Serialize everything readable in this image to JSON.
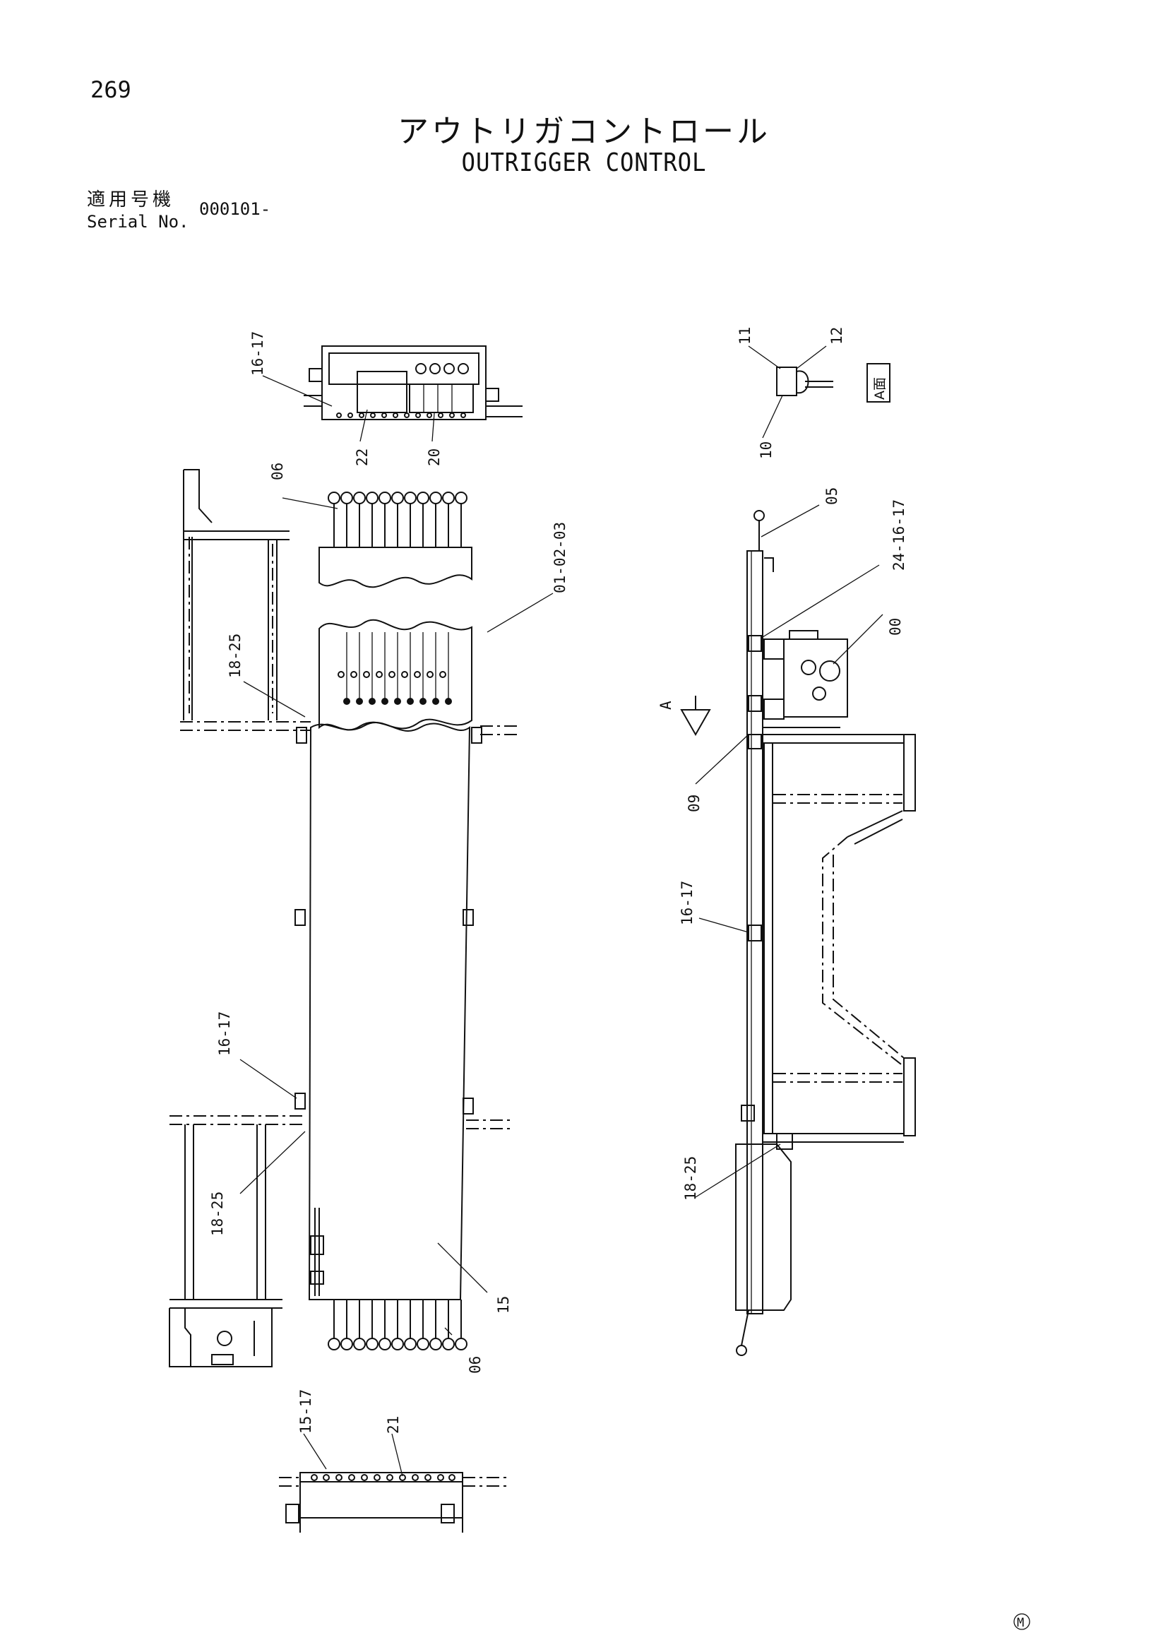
{
  "header": {
    "page_number": "269",
    "title_ja": "アウトリガコントロール",
    "title_en": "OUTRIGGER CONTROL",
    "serial_label_ja": "適用号機",
    "serial_label_en": "Serial No.",
    "serial_value": "000101-"
  },
  "callouts": {
    "top_left_16_17": "16-17",
    "top_22": "22",
    "top_20": "20",
    "left_06_top": "06",
    "left_01_02_03": "01-02-03",
    "left_18_25_top": "18-25",
    "left_16_17_mid": "16-17",
    "left_18_25_mid": "18-25",
    "left_15": "15",
    "left_06_bottom": "06",
    "bottom_15_17": "15-17",
    "bottom_21": "21",
    "right_11": "11",
    "right_12": "12",
    "right_10": "10",
    "right_view_a_label": "A面",
    "right_05": "05",
    "right_24_16_17": "24-16-17",
    "right_00": "00",
    "right_arrow_a": "A",
    "right_09": "09",
    "right_16_17": "16-17",
    "right_18_25": "18-25"
  },
  "footer": {
    "mark": "M"
  }
}
